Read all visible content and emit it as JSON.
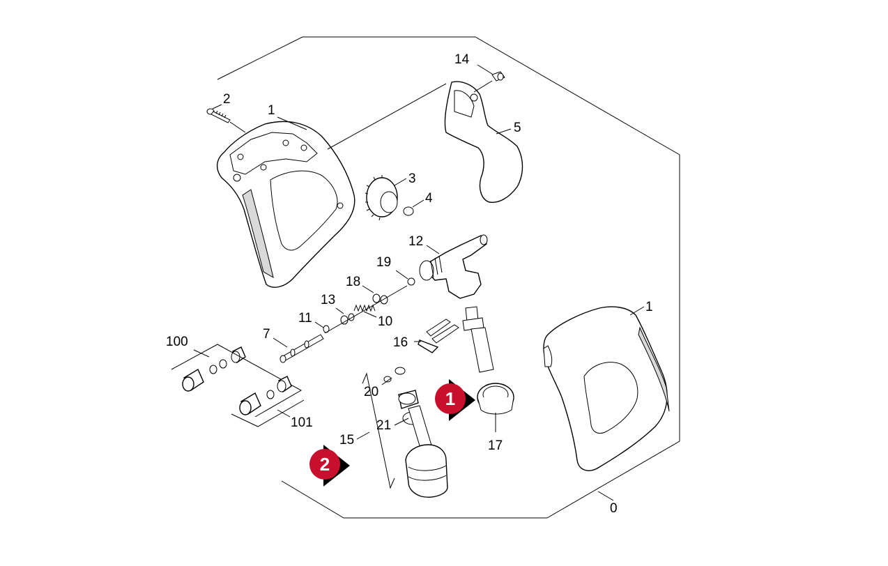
{
  "colors": {
    "marker_fill": "#c8102e",
    "marker_arrow": "#000000",
    "line": "#000000"
  },
  "callouts": [
    {
      "id": "label-0",
      "text": "0"
    },
    {
      "id": "label-1a",
      "text": "1"
    },
    {
      "id": "label-1b",
      "text": "1"
    },
    {
      "id": "label-2",
      "text": "2"
    },
    {
      "id": "label-3",
      "text": "3"
    },
    {
      "id": "label-4",
      "text": "4"
    },
    {
      "id": "label-5",
      "text": "5"
    },
    {
      "id": "label-7",
      "text": "7"
    },
    {
      "id": "label-10",
      "text": "10"
    },
    {
      "id": "label-11",
      "text": "11"
    },
    {
      "id": "label-12",
      "text": "12"
    },
    {
      "id": "label-13",
      "text": "13"
    },
    {
      "id": "label-14",
      "text": "14"
    },
    {
      "id": "label-15",
      "text": "15"
    },
    {
      "id": "label-16",
      "text": "16"
    },
    {
      "id": "label-17",
      "text": "17"
    },
    {
      "id": "label-18",
      "text": "18"
    },
    {
      "id": "label-19",
      "text": "19"
    },
    {
      "id": "label-20",
      "text": "20"
    },
    {
      "id": "label-21",
      "text": "21"
    },
    {
      "id": "label-100",
      "text": "100"
    },
    {
      "id": "label-101",
      "text": "101"
    }
  ],
  "markers": [
    {
      "id": "marker-1",
      "text": "1"
    },
    {
      "id": "marker-2",
      "text": "2"
    }
  ]
}
